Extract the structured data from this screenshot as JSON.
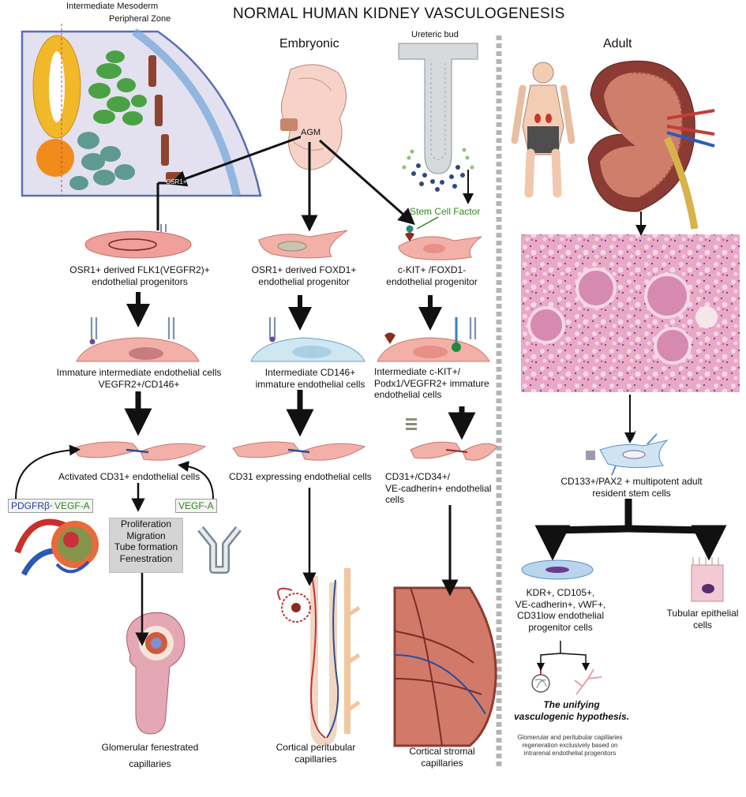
{
  "title": "NORMAL HUMAN KIDNEY VASCULOGENESIS",
  "headers": {
    "embryonic": "Embryonic",
    "adult": "Adult"
  },
  "labels": {
    "intermediate_mesoderm": "Intermediate Mesoderm",
    "peripheral_zone": "Peripheral Zone",
    "osr1_tag": "OSR1+",
    "agm": "AGM",
    "ureteric_bud": "Ureteric bud",
    "stem_cell_factor": "Stem Cell Factor"
  },
  "col1": {
    "progenitors": [
      "OSR1+ derived FLK1(VEGFR2)+",
      "endothelial progenitors"
    ],
    "immature": [
      "Immature intermediate endothelial cells",
      "VEGFR2+/CD146+"
    ],
    "activated": "Activated CD31+  endothelial cells",
    "pdgfr": "PDGFRβ+",
    "vegfa_left": "VEGF-A",
    "vegfa_right": "VEGF-A",
    "processes": [
      "Proliferation",
      "Migration",
      "Tube formation",
      "Fenestration"
    ],
    "final": [
      "Glomerular fenestrated",
      "capillaries"
    ]
  },
  "col2": {
    "progenitor": [
      "OSR1+ derived FOXD1+",
      "endothelial progenitor"
    ],
    "intermediate": [
      "Intermediate CD146+",
      "immature endothelial cells"
    ],
    "cd31": "CD31 expressing endothelial cells",
    "final": [
      "Cortical peritubular",
      "capillaries"
    ]
  },
  "col3": {
    "progenitor": [
      "c-KIT+ /FOXD1-",
      "endothelial progenitor"
    ],
    "intermediate": [
      "Intermediate c-KIT+/",
      "Podx1/VEGFR2+ immature",
      "endothelial cells"
    ],
    "cd31": [
      "CD31+/CD34+/",
      "VE-cadherin+ endothelial",
      "cells"
    ],
    "final": [
      "Cortical stromal",
      "capillaries"
    ]
  },
  "adult": {
    "stem": [
      "CD133+/PAX2 + multipotent adult",
      "resident stem cells"
    ],
    "kdr": [
      "KDR+, CD105+,",
      "VE-cadherin+, vWF+,",
      "CD31low endothelial",
      "progenitor cells"
    ],
    "tubular": [
      "Tubular epithelial",
      "cells"
    ],
    "hypothesis": [
      "The unifying",
      "vasculogenic hypothesis."
    ],
    "note": [
      "Glomerular and peritubular capillaries",
      "regeneration exclusively based on",
      "intrarenal endothelial progenitors"
    ]
  }
}
